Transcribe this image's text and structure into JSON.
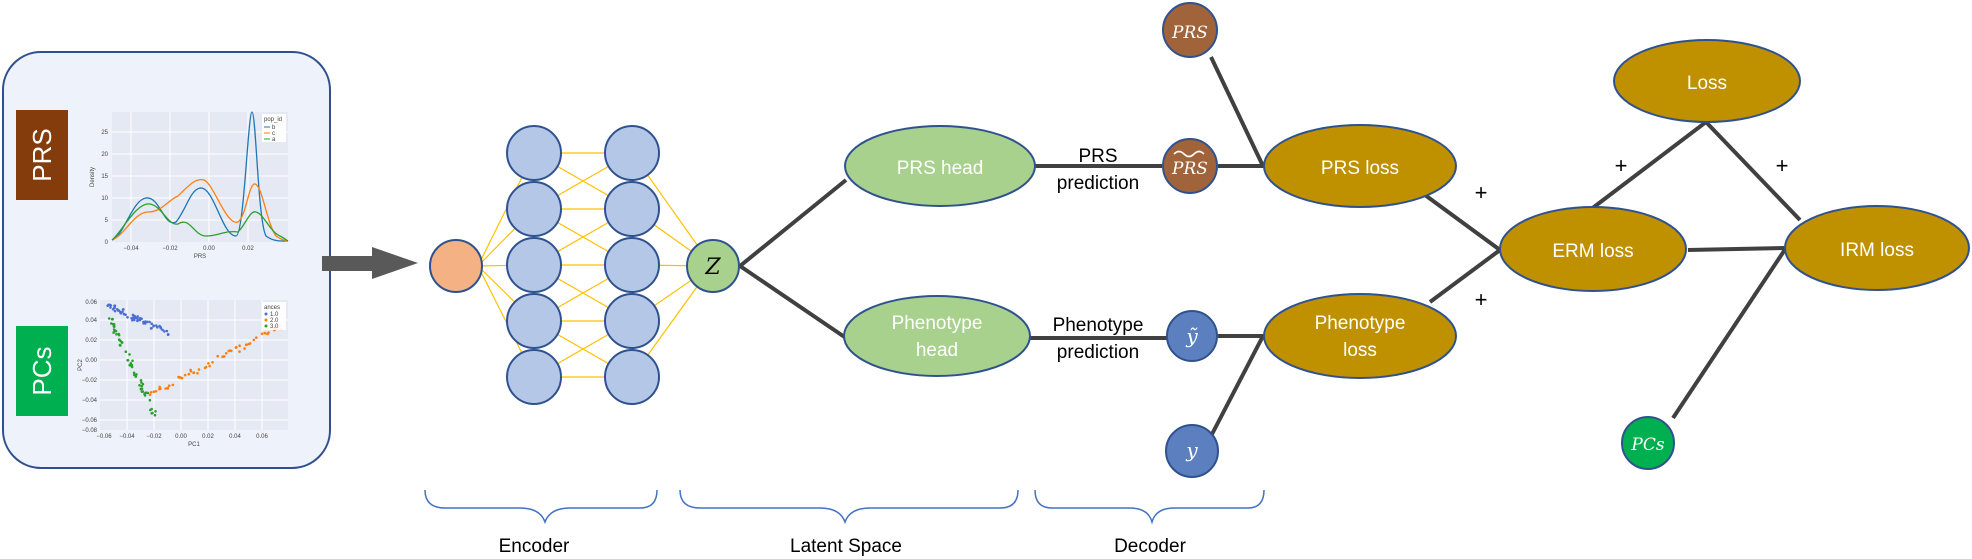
{
  "input_panel": {
    "prs_label": "PRS",
    "pcs_label": "PCs",
    "density_plot": {
      "ylabel": "Density",
      "xlabel": "PRS",
      "legend_title": "pop_id",
      "legend": [
        "b",
        "c",
        "a"
      ],
      "x_ticks": [
        "−0.04",
        "−0.02",
        "0.00",
        "0.02"
      ],
      "y_ticks": [
        "0",
        "5",
        "10",
        "15",
        "20",
        "25"
      ]
    },
    "pc_plot": {
      "ylabel": "PC2",
      "xlabel": "PC1",
      "legend_title": "ances",
      "legend": [
        "1.0",
        "2.0",
        "3.0"
      ],
      "x_ticks": [
        "−0.06",
        "−0.04",
        "−0.02",
        "0.00",
        "0.02",
        "0.04",
        "0.06"
      ],
      "y_ticks": [
        "0.06",
        "0.04",
        "0.02",
        "0.00",
        "−0.02",
        "−0.04",
        "−0.06",
        "−0.08"
      ]
    }
  },
  "latent": {
    "z": "Z"
  },
  "heads": {
    "prs_head": "PRS head",
    "phenotype_head_line1": "Phenotype",
    "phenotype_head_line2": "head"
  },
  "predictions": {
    "prs_line1": "PRS",
    "prs_line2": "prediction",
    "phen_line1": "Phenotype",
    "phen_line2": "prediction"
  },
  "symbols": {
    "prs_true": "PRS",
    "prs_pred": "PRS",
    "y_pred": "ỹ",
    "y_true": "y",
    "pcs": "PCs"
  },
  "losses": {
    "prs_loss": "PRS loss",
    "phen_loss_line1": "Phenotype",
    "phen_loss_line2": "loss",
    "erm_loss": "ERM loss",
    "irm_loss": "IRM loss",
    "total_loss": "Loss"
  },
  "plus": {
    "p1": "+",
    "p2": "+",
    "p3": "+",
    "p4": "+"
  },
  "brackets": {
    "encoder": "Encoder",
    "latent_space": "Latent Space",
    "decoder": "Decoder"
  },
  "colors": {
    "prs_box": "#843c0c",
    "pcs_box": "#00b050",
    "panel_bg": "#eef2fa",
    "panel_border": "#2f4f8f",
    "neuron_fill": "#b4c7e7",
    "neuron_stroke": "#2f528f",
    "input_node": "#f4b183",
    "green_light": "#a9d18e",
    "loss_gold": "#bf9000",
    "brown_node": "#a0633a",
    "blue_node": "#5b7fbf",
    "connection": "#ffc000",
    "bracket": "#4472c4"
  }
}
